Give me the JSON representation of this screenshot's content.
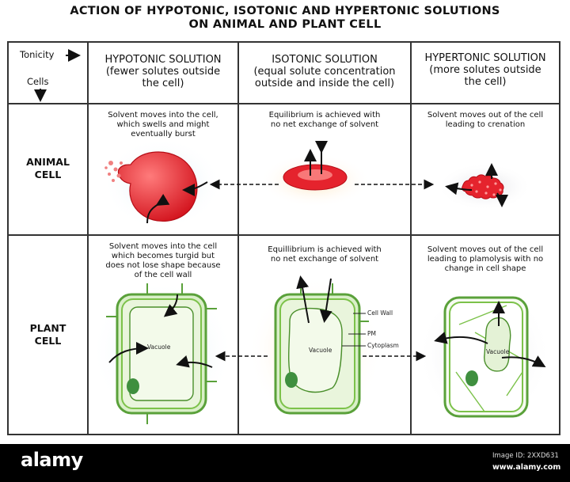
{
  "title": {
    "line1": "ACTION OF HYPOTONIC, ISOTONIC AND HYPERTONIC SOLUTIONS",
    "line2": "ON ANIMAL AND PLANT CELL"
  },
  "corner": {
    "tonicity": "Tonicity",
    "cells": "Cells"
  },
  "columns": [
    {
      "line1": "HYPOTONIC SOLUTION",
      "line2": "(fewer solutes outside",
      "line3": "the cell)"
    },
    {
      "line1": "ISOTONIC SOLUTION",
      "line2": "(equal solute concentration",
      "line3": "outside and inside the cell)"
    },
    {
      "line1": "HYPERTONIC SOLUTION",
      "line2": "(more solutes outside",
      "line3": "the cell)"
    }
  ],
  "rows": [
    {
      "line1": "ANIMAL",
      "line2": "CELL"
    },
    {
      "line1": "PLANT",
      "line2": "CELL"
    }
  ],
  "animal": {
    "hypo": [
      "Solvent moves into the cell,",
      "which swells and might",
      "eventually burst"
    ],
    "iso": [
      "Equilibrium is achieved with",
      "no net exchange of solvent"
    ],
    "hyper": [
      "Solvent moves out of the cell",
      "leading to crenation"
    ]
  },
  "plant": {
    "hypo": [
      "Solvent moves into the cell",
      "which becomes turgid but",
      "does not lose shape because",
      "of the cell wall"
    ],
    "iso": [
      "Equillibrium is achieved with",
      "no net exchange of solvent"
    ],
    "hyper": [
      "Solvent moves out of the cell",
      "leading to plamolysis with no",
      "change in cell shape"
    ]
  },
  "labels": {
    "vacuole": "Vacuole",
    "cell_wall": "Cell Wall",
    "pm": "PM",
    "cytoplasm": "Cytoplasm"
  },
  "footer": {
    "logo": "alamy",
    "image_id": "Image ID: 2XXD631",
    "site": "www.alamy.com"
  },
  "colors": {
    "red": "#e0202a",
    "green": "#7cc24a",
    "footer_bg": "#000000"
  }
}
